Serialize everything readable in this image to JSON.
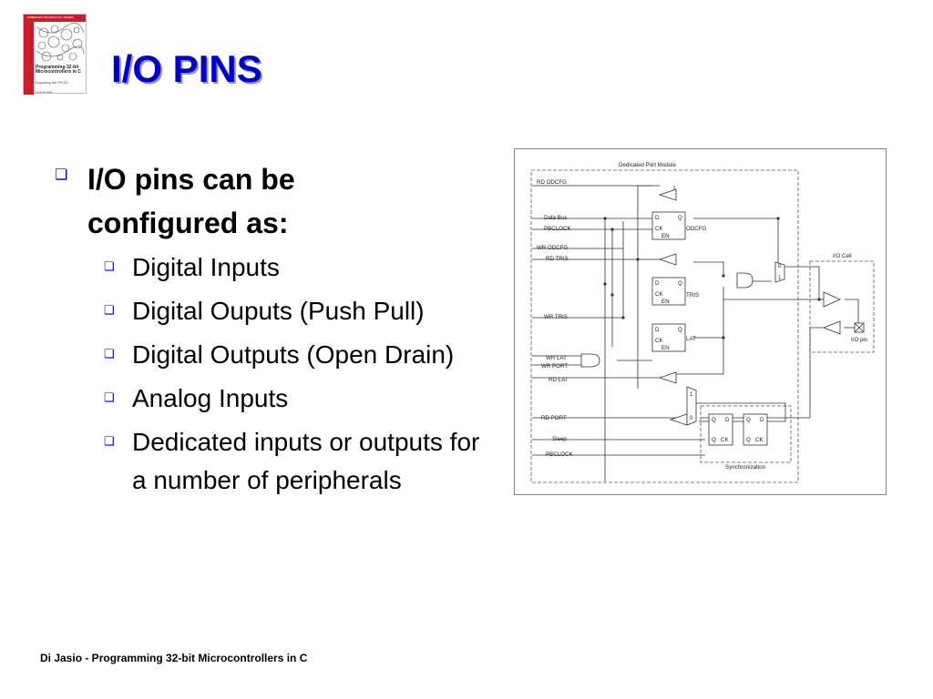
{
  "slide": {
    "title": "I/O PINS",
    "footer": "Di Jasio - Programming 32-bit Microcontrollers in C"
  },
  "book_cover": {
    "band_text": "EMBEDDED TECHNOLOGY SERIES",
    "title": "Programming 32-bit Microcontrollers in C",
    "subtitle": "Exploring the PIC32",
    "author": "Lucio Di Jasio"
  },
  "bullets": {
    "main": "I/O pins can be configured as:",
    "items": [
      "Digital Inputs",
      "Digital Ouputs (Push Pull)",
      "Digital Outputs (Open Drain)",
      "Analog Inputs",
      "Dedicated inputs or outputs for a number of peripherals"
    ]
  },
  "diagram": {
    "module_title": "Dedicated Port Module",
    "io_cell_label": "I/O Cell",
    "io_pin_label": "I/O pin",
    "sync_label": "Synchronization",
    "signals": {
      "rd_odcfg": "RD ODCFG",
      "data_bus": "Data Bus",
      "pbclock": "PBCLOCK",
      "wr_odcfg": "WR ODCFG",
      "rd_tris": "RD TRIS",
      "wr_tris": "WR TRIS",
      "wr_lat": "WR LAT",
      "wr_port": "WR PORT",
      "rd_lat": "RD LAT",
      "rd_port": "RD PORT",
      "sleep": "Sleep",
      "pbclock2": "PBCLOCK"
    },
    "registers": {
      "odcfg": "ODCFG",
      "tris": "TRIS",
      "lat": "LAT"
    },
    "pins": {
      "d": "D",
      "q": "Q",
      "ck": "CK",
      "en": "EN",
      "qbar": "Q",
      "mux0": "0",
      "mux1": "1"
    }
  }
}
